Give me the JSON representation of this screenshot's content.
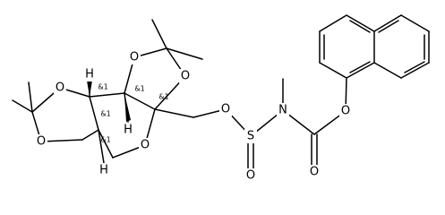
{
  "molecule": {
    "atoms": [
      {
        "id": "O1",
        "label": "O"
      },
      {
        "id": "O2",
        "label": "O"
      },
      {
        "id": "O3",
        "label": "O"
      },
      {
        "id": "O4",
        "label": "O"
      },
      {
        "id": "O5",
        "label": "O"
      },
      {
        "id": "O6",
        "label": "O"
      },
      {
        "id": "S1",
        "label": "S"
      },
      {
        "id": "O7",
        "label": "O"
      },
      {
        "id": "N1",
        "label": "N"
      },
      {
        "id": "O8",
        "label": "O"
      },
      {
        "id": "O9",
        "label": "O"
      },
      {
        "id": "H1",
        "label": "H"
      },
      {
        "id": "H2",
        "label": "H"
      },
      {
        "id": "H3",
        "label": "H"
      }
    ],
    "stereo_labels": [
      {
        "id": "s1",
        "text": "&1"
      },
      {
        "id": "s2",
        "text": "&1"
      },
      {
        "id": "s3",
        "text": "&1"
      },
      {
        "id": "s4",
        "text": "&1"
      },
      {
        "id": "s5",
        "text": "&1"
      }
    ]
  }
}
